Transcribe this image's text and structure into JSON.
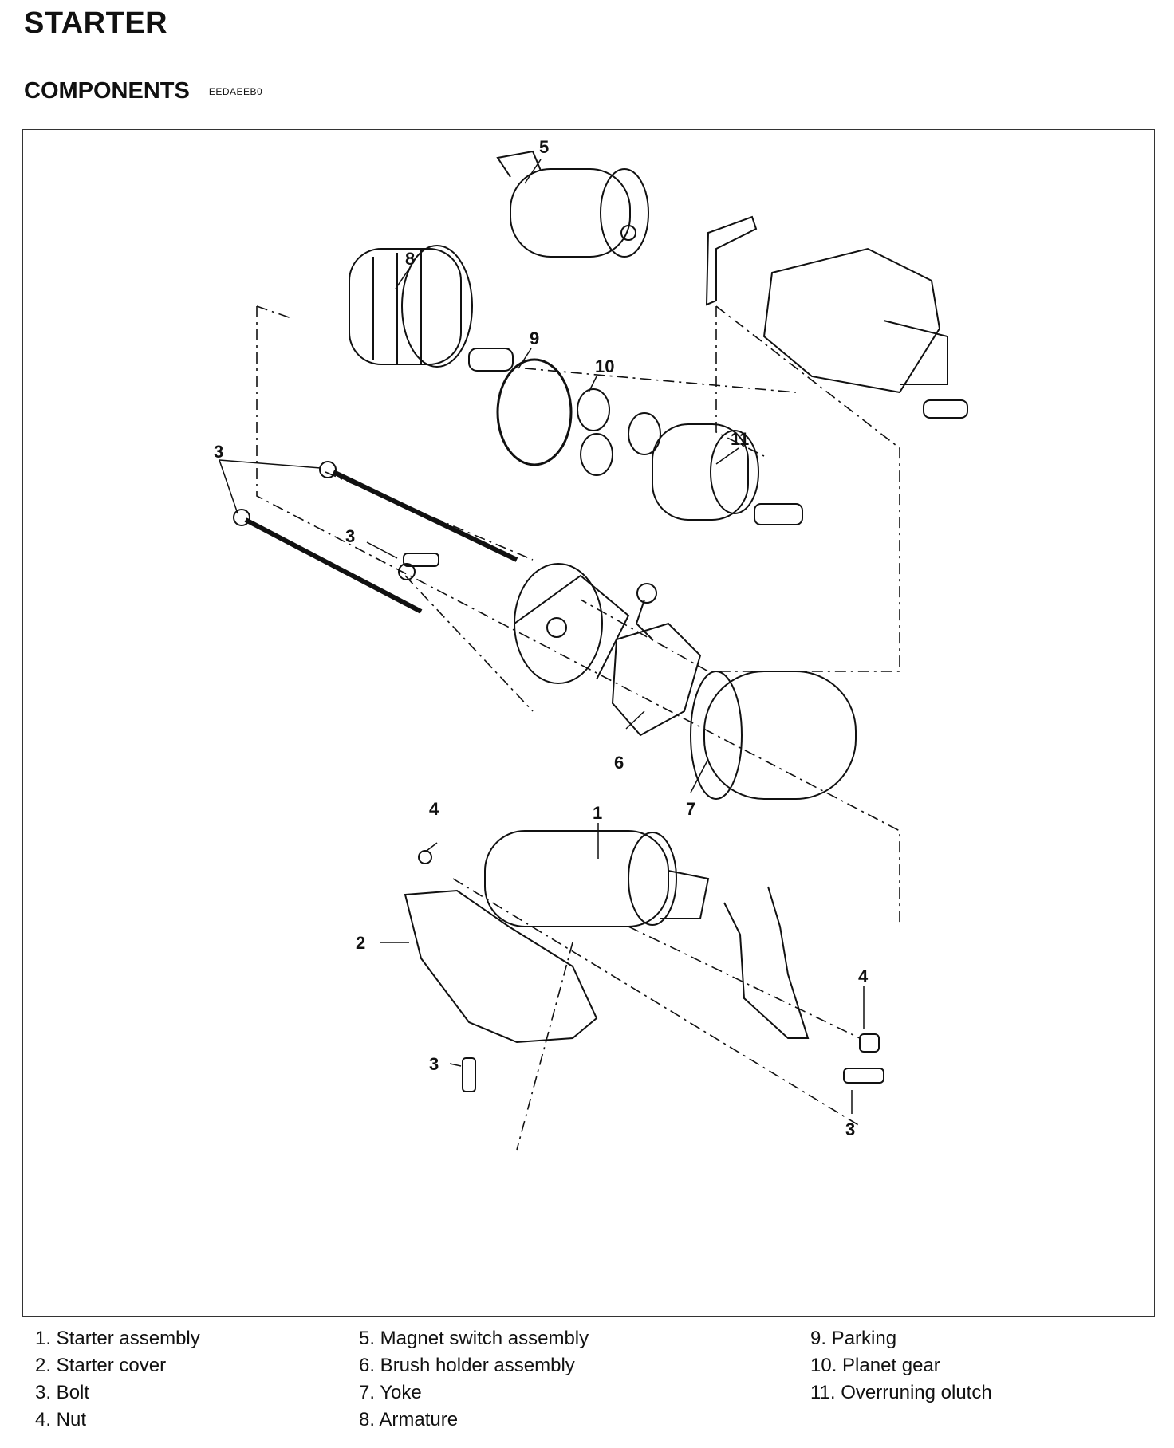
{
  "page": {
    "title": "STARTER",
    "subtitle": "COMPONENTS",
    "doc_code": "EEDAEEB0"
  },
  "callouts": {
    "c1": "1",
    "c2": "2",
    "c3a": "3",
    "c3b": "3",
    "c3c": "3",
    "c3d": "3",
    "c4a": "4",
    "c4b": "4",
    "c5": "5",
    "c6": "6",
    "c7": "7",
    "c8": "8",
    "c9": "9",
    "c10": "10",
    "c11": "11"
  },
  "legend": [
    "1.  Starter assembly",
    "2.  Starter cover",
    "3.  Bolt",
    "4.  Nut",
    "5.  Magnet switch assembly",
    "6.  Brush holder assembly",
    "7.  Yoke",
    "8.  Armature",
    "9.  Parking",
    "10.  Planet gear",
    "11.  Overruning olutch"
  ]
}
